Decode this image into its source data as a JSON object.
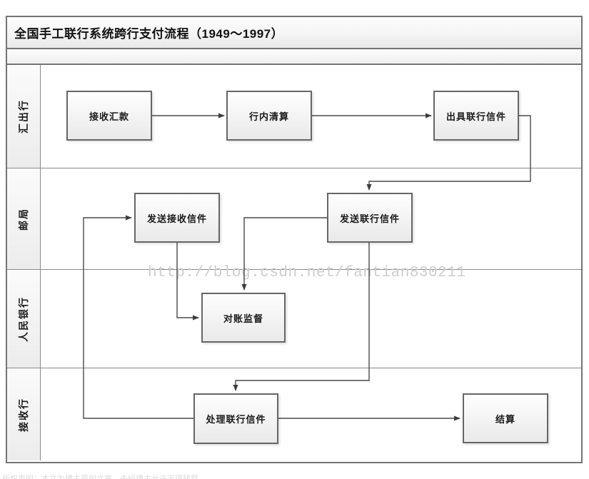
{
  "title": "全国手工联行系统跨行支付流程（1949～1997）",
  "lanes": [
    "汇出行",
    "邮局",
    "人民银行",
    "接收行"
  ],
  "nodes": [
    {
      "id": "receive-remittance",
      "lane": "汇出行",
      "label": "接收汇款"
    },
    {
      "id": "internal-clearing",
      "lane": "汇出行",
      "label": "行内清算"
    },
    {
      "id": "issue-interbank-letter",
      "lane": "汇出行",
      "label": "出具联行信件"
    },
    {
      "id": "send-receive-letter",
      "lane": "邮局",
      "label": "发送接收信件"
    },
    {
      "id": "send-interbank-letter",
      "lane": "邮局",
      "label": "发送联行信件"
    },
    {
      "id": "reconciliation-supervision",
      "lane": "人民银行",
      "label": "对账监督"
    },
    {
      "id": "process-interbank-letter",
      "lane": "接收行",
      "label": "处理联行信件"
    },
    {
      "id": "settlement",
      "lane": "接收行",
      "label": "结算"
    }
  ],
  "edges": [
    {
      "from": "接收汇款",
      "to": "行内清算"
    },
    {
      "from": "行内清算",
      "to": "出具联行信件"
    },
    {
      "from": "出具联行信件",
      "to": "发送联行信件"
    },
    {
      "from": "发送联行信件",
      "to": "对账监督"
    },
    {
      "from": "发送联行信件",
      "to": "处理联行信件"
    },
    {
      "from": "发送接收信件",
      "to": "对账监督"
    },
    {
      "from": "处理联行信件",
      "to": "发送接收信件"
    },
    {
      "from": "处理联行信件",
      "to": "结算"
    }
  ],
  "watermark": "http://blog.csdn.net/fantian830211",
  "bottom_caption": "版权声明：本文为博主原创文章，未经博主允许不得转载。",
  "colors": {
    "frame_border": "#757575",
    "lane_divider": "#8a8a8a",
    "node_border": "#666666",
    "edge_stroke": "#4a4a4a",
    "watermark_gray": "#cdcdcd"
  }
}
